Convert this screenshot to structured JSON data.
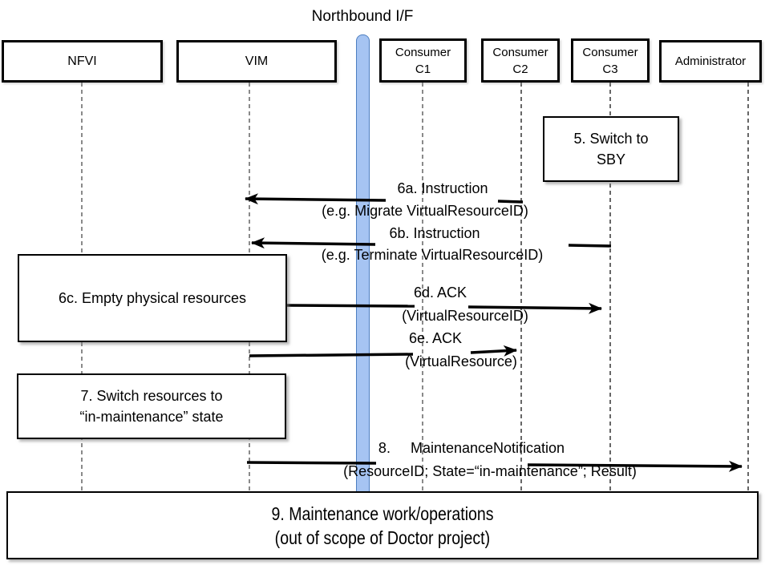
{
  "title": "Northbound I/F",
  "actors": [
    {
      "name": "NFVI"
    },
    {
      "name": "VIM"
    },
    {
      "name": "Consumer",
      "sub": "C1"
    },
    {
      "name": "Consumer",
      "sub": "C2"
    },
    {
      "name": "Consumer",
      "sub": "C3"
    },
    {
      "name": "Administrator"
    }
  ],
  "process_boxes": {
    "box5": {
      "line1": "5. Switch to",
      "line2": "SBY"
    },
    "box6c": {
      "line1": "6c. Empty physical resources"
    },
    "box7": {
      "line1": "7. Switch resources to",
      "line2": "“in-maintenance” state"
    },
    "box9": {
      "line1": "9. Maintenance work/operations",
      "line2": "(out of scope of Doctor project)"
    }
  },
  "messages": {
    "m6a": {
      "title": "6a. Instruction",
      "detail": "(e.g. Migrate VirtualResourceID)"
    },
    "m6b": {
      "title": "6b. Instruction",
      "detail": "(e.g. Terminate VirtualResourceID)"
    },
    "m6d": {
      "title": "6d. ACK",
      "detail": "(VirtualResourceID)"
    },
    "m6e": {
      "title": "6e. ACK",
      "detail": "(VirtualResource)"
    },
    "m8": {
      "title": "8.     MaintenanceNotification",
      "detail": "(ResourceID; State=“in-maintenance”; Result)"
    }
  },
  "colors": {
    "bar_fill": "#a6c4f2",
    "bar_border": "#4d7ec0",
    "arrow": "#000000",
    "lifeline_gray": "#595959",
    "lifeline_dark": "#262626"
  }
}
